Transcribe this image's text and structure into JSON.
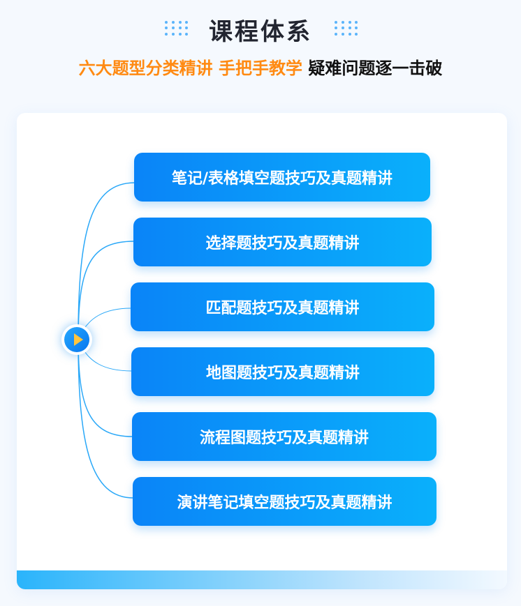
{
  "header": {
    "title": "课程体系",
    "subtitle_orange": "六大题型分类精讲 手把手教学",
    "subtitle_black": "疑难问题逐一击破"
  },
  "items": [
    {
      "label": "笔记/表格填空题技巧及真题精讲"
    },
    {
      "label": "选择题技巧及真题精讲"
    },
    {
      "label": "匹配题技巧及真题精讲"
    },
    {
      "label": "地图题技巧及真题精讲"
    },
    {
      "label": "流程图题技巧及真题精讲"
    },
    {
      "label": "演讲笔记填空题技巧及真题精讲"
    }
  ],
  "colors": {
    "accent": "#0a84f8",
    "orange": "#ff8a12",
    "play": "#ffc53d"
  }
}
